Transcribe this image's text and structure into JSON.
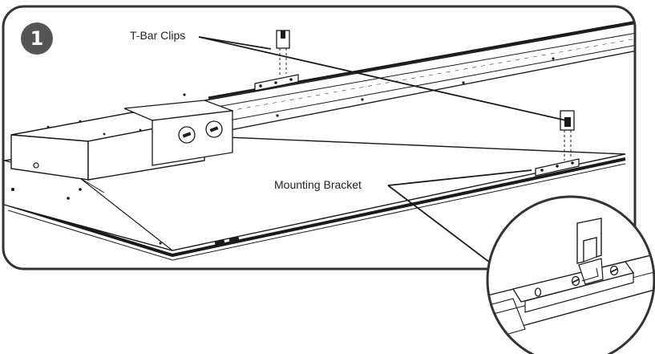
{
  "step_number": "1",
  "callouts": {
    "t_bar_clips": "T-Bar Clips",
    "mounting_bracket": "Mounting Bracket"
  },
  "colors": {
    "frame_border": "#333333",
    "line_art": "#1a1a1a",
    "badge_fill": "#555555",
    "background": "#ffffff"
  }
}
